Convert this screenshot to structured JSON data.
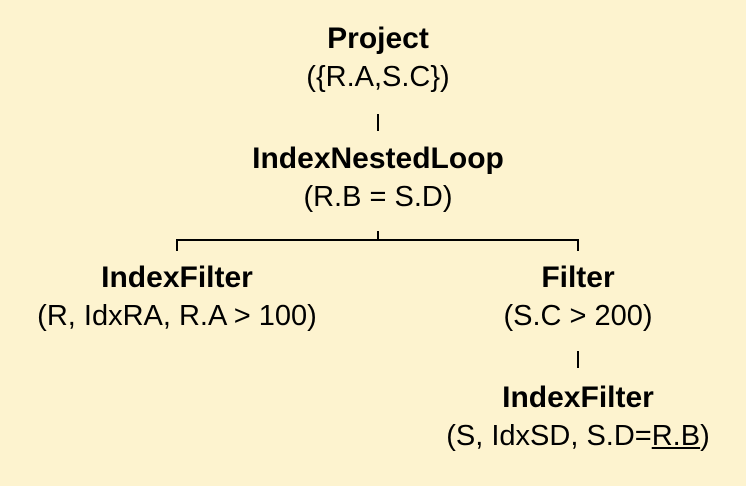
{
  "tree": {
    "project": {
      "op": "Project",
      "args": "({R.A,S.C})"
    },
    "join": {
      "op": "IndexNestedLoop",
      "args": "(R.B = S.D)"
    },
    "left_filter": {
      "op": "IndexFilter",
      "args": "(R, IdxRA, R.A > 100)"
    },
    "right_filter": {
      "op": "Filter",
      "args": "(S.C > 200)"
    },
    "bottom_filter": {
      "op": "IndexFilter",
      "args_prefix": "(S, IdxSD, S.D=",
      "args_underlined": "R.B",
      "args_suffix": ")"
    }
  },
  "colors": {
    "background": "#fdf3cf",
    "ink": "#000000"
  }
}
